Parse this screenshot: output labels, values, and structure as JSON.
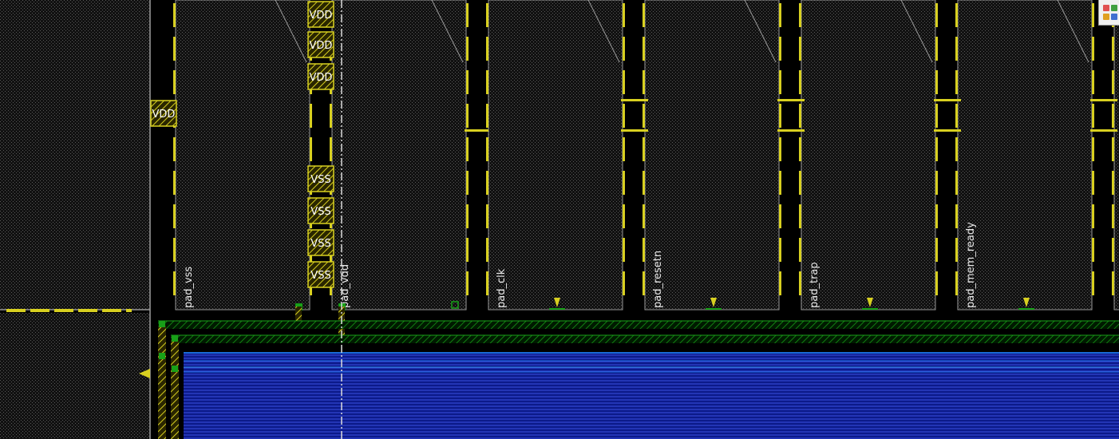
{
  "viewer": {
    "power_labels": [
      "VDD",
      "VDD",
      "VDD",
      "VDD",
      "VSS",
      "VSS",
      "VSS",
      "VSS"
    ]
  },
  "pads": [
    "pad_vss",
    "pad_vdd",
    "pad_clk",
    "pad_resetn",
    "pad_trap",
    "pad_mem_ready"
  ],
  "toolbar": {
    "icon": "layers-icon",
    "colors": [
      "#e05050",
      "#40a040",
      "#e0a020",
      "#4070d0"
    ]
  },
  "colors": {
    "background": "#000000",
    "cell_fill": "#1b1b1b",
    "pin_yellow": "#d8d020",
    "metal_green": "#18a018",
    "metal_blue": "#1a2ab8",
    "boundary_gray": "#9a9a9a"
  }
}
